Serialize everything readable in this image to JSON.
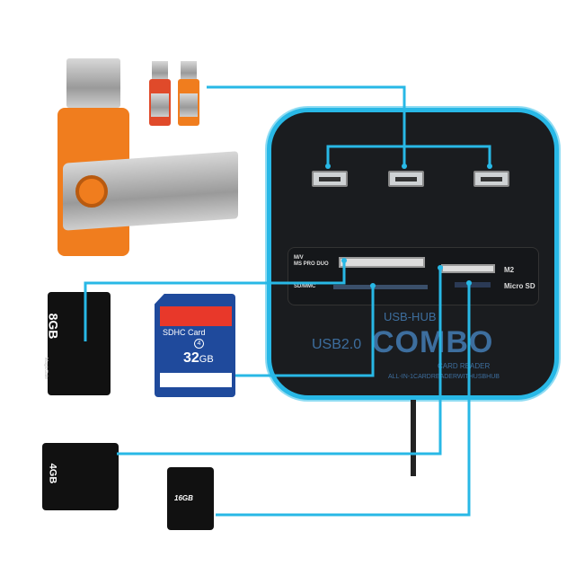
{
  "hub": {
    "slot_labels": {
      "ms": "M/V\nMS PRO DUO",
      "sdmmc": "SD/MMC",
      "m2": "M2",
      "microsd": "Micro SD"
    },
    "logo_top": "USB-HUB",
    "logo_usb": "USB2.0",
    "logo_main": "COMBO",
    "logo_sub": "CARD READER",
    "logo_tagline": "ALL-IN-1CARDREADERWITHUSBHUB"
  },
  "cards": {
    "ms_capacity": "8GB",
    "ms_brand": "MagicGate",
    "sd_type": "SDHC Card",
    "sd_class": "4",
    "sd_capacity": "32",
    "sd_unit": "GB",
    "m2_capacity": "4GB",
    "microsd_capacity": "16GB"
  },
  "colors": {
    "line": "#28b8e6",
    "hub_body": "#1a1c1f",
    "flash": "#f07d1e",
    "sd": "#1f4a9c"
  }
}
